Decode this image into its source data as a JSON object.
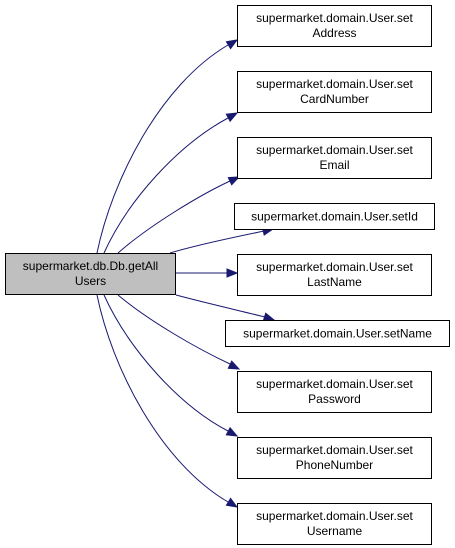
{
  "graph": {
    "root": {
      "id": "getAllUsers",
      "lines": [
        "supermarket.db.Db.getAll",
        "Users"
      ]
    },
    "callees": [
      {
        "id": "setAddress",
        "lines": [
          "supermarket.domain.User.set",
          "Address"
        ]
      },
      {
        "id": "setCardNumber",
        "lines": [
          "supermarket.domain.User.set",
          "CardNumber"
        ]
      },
      {
        "id": "setEmail",
        "lines": [
          "supermarket.domain.User.set",
          "Email"
        ]
      },
      {
        "id": "setId",
        "lines": [
          "supermarket.domain.User.setId"
        ]
      },
      {
        "id": "setLastName",
        "lines": [
          "supermarket.domain.User.set",
          "LastName"
        ]
      },
      {
        "id": "setName",
        "lines": [
          "supermarket.domain.User.setName"
        ]
      },
      {
        "id": "setPassword",
        "lines": [
          "supermarket.domain.User.set",
          "Password"
        ]
      },
      {
        "id": "setPhoneNumber",
        "lines": [
          "supermarket.domain.User.set",
          "PhoneNumber"
        ]
      },
      {
        "id": "setUsername",
        "lines": [
          "supermarket.domain.User.set",
          "Username"
        ]
      }
    ],
    "colors": {
      "edge": "#191970",
      "root_fill": "#bfbfbf",
      "node_fill": "#ffffff",
      "border": "#000000"
    }
  }
}
